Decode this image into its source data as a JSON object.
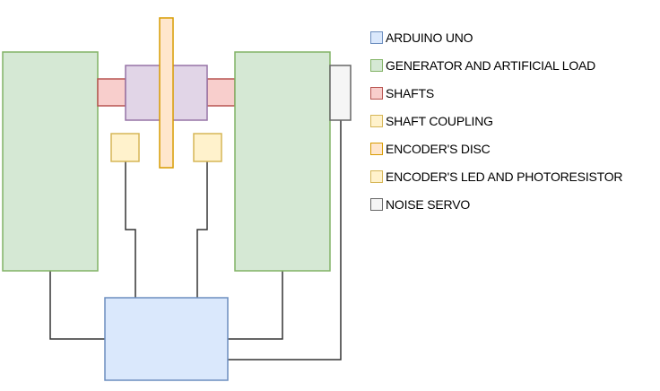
{
  "diagram": {
    "components": [
      {
        "id": "generator-left",
        "kind": "generator",
        "fill": "#d5e8d4",
        "stroke": "#82b366"
      },
      {
        "id": "generator-right",
        "kind": "generator",
        "fill": "#d5e8d4",
        "stroke": "#82b366"
      },
      {
        "id": "shaft-left",
        "kind": "shaft",
        "fill": "#f8cecc",
        "stroke": "#b85450"
      },
      {
        "id": "shaft-right",
        "kind": "shaft",
        "fill": "#f8cecc",
        "stroke": "#b85450"
      },
      {
        "id": "shaft-coupling",
        "kind": "coupling",
        "fill": "#e1d5e7",
        "stroke": "#9673a6"
      },
      {
        "id": "encoder-disc",
        "kind": "disc",
        "fill": "#ffe6cc",
        "stroke": "#d79b00"
      },
      {
        "id": "sensor-left",
        "kind": "sensor",
        "fill": "#fff2cc",
        "stroke": "#d6b656"
      },
      {
        "id": "sensor-right",
        "kind": "sensor",
        "fill": "#fff2cc",
        "stroke": "#d6b656"
      },
      {
        "id": "noise-servo",
        "kind": "servo",
        "fill": "#f5f5f5",
        "stroke": "#666666"
      },
      {
        "id": "arduino",
        "kind": "arduino",
        "fill": "#dae8fc",
        "stroke": "#6c8ebf"
      }
    ],
    "wire_color": "#333333"
  },
  "legend": {
    "items": [
      {
        "label": "ARDUINO UNO",
        "fill": "#dae8fc",
        "stroke": "#6c8ebf"
      },
      {
        "label": "GENERATOR AND ARTIFICIAL LOAD",
        "fill": "#d5e8d4",
        "stroke": "#82b366"
      },
      {
        "label": "SHAFTS",
        "fill": "#f8cecc",
        "stroke": "#b85450"
      },
      {
        "label": "SHAFT COUPLING",
        "fill": "#fff2cc",
        "stroke": "#d6b656"
      },
      {
        "label": "ENCODER'S DISC",
        "fill": "#ffe6cc",
        "stroke": "#d79b00"
      },
      {
        "label": "ENCODER'S LED AND PHOTORESISTOR",
        "fill": "#fff2cc",
        "stroke": "#d6b656"
      },
      {
        "label": "NOISE SERVO",
        "fill": "#f5f5f5",
        "stroke": "#666666"
      }
    ]
  }
}
